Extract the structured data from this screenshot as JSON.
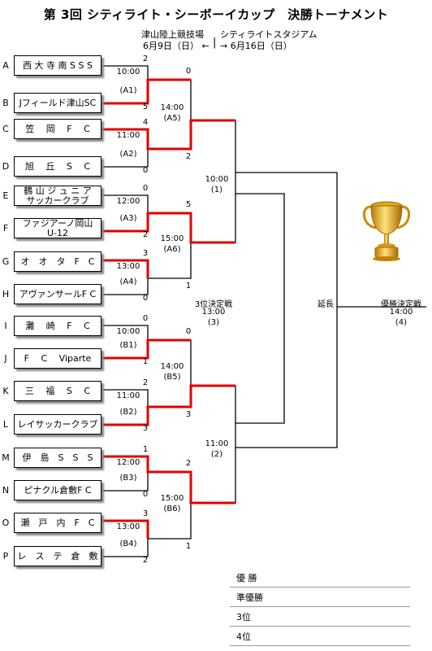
{
  "title": "第 3回 シティライト・シーボーイカップ　決勝トーナメント",
  "venues": {
    "left_name": "津山陸上競技場",
    "left_date": "6月9日（日） ←",
    "divider": "|",
    "right_name": "シティライトスタジアム",
    "right_date": "→ 6月16日（日）"
  },
  "teams": [
    {
      "letter": "A",
      "name": "西 大 寺 南 S S S"
    },
    {
      "letter": "B",
      "name": "Jフィールド津山SC"
    },
    {
      "letter": "C",
      "name": "笠　 岡　 F 　C"
    },
    {
      "letter": "D",
      "name": "旭　 丘　 S 　C"
    },
    {
      "letter": "E",
      "name": "鶴 山 ジ ュ ニ ア\nサッカークラブ"
    },
    {
      "letter": "F",
      "name": "ファジアーノ岡山\nU-12"
    },
    {
      "letter": "G",
      "name": "オ　オ　タ　F　C"
    },
    {
      "letter": "H",
      "name": "アヴァンサールF C"
    },
    {
      "letter": "I",
      "name": "灘　 崎　 F 　C"
    },
    {
      "letter": "J",
      "name": "F　 C　 Viparte"
    },
    {
      "letter": "K",
      "name": "三　 福　 S 　C"
    },
    {
      "letter": "L",
      "name": "レイサッカークラブ"
    },
    {
      "letter": "M",
      "name": "伊　島　S　S　S"
    },
    {
      "letter": "N",
      "name": "ピナクル倉敷F C"
    },
    {
      "letter": "O",
      "name": "瀬　戸　内　F　C"
    },
    {
      "letter": "P",
      "name": "レ　ス　テ　倉　敷"
    }
  ],
  "round1": [
    {
      "time": "10:00",
      "id": "(A1)",
      "score_top": "2",
      "score_bottom": "5"
    },
    {
      "time": "11:00",
      "id": "(A2)",
      "score_top": "4",
      "score_bottom": "0"
    },
    {
      "time": "12:00",
      "id": "(A3)",
      "score_top": "0",
      "score_bottom": "2"
    },
    {
      "time": "13:00",
      "id": "(A4)",
      "score_top": "3",
      "score_bottom": "0"
    },
    {
      "time": "10:00",
      "id": "(B1)",
      "score_top": "0",
      "score_bottom": "1"
    },
    {
      "time": "11:00",
      "id": "(B2)",
      "score_top": "2",
      "score_bottom": "3"
    },
    {
      "time": "12:00",
      "id": "(B3)",
      "score_top": "1",
      "score_bottom": "0"
    },
    {
      "time": "13:00",
      "id": "(B4)",
      "score_top": "3",
      "score_bottom": "2"
    }
  ],
  "round2": [
    {
      "time": "14:00",
      "id": "(A5)",
      "score_top": "0",
      "score_bottom": "2"
    },
    {
      "time": "15:00",
      "id": "(A6)",
      "score_top": "5",
      "score_bottom": "1"
    },
    {
      "time": "14:00",
      "id": "(B5)",
      "score_top": "0",
      "score_bottom": "3"
    },
    {
      "time": "15:00",
      "id": "(B6)",
      "score_top": "2",
      "score_bottom": "1"
    }
  ],
  "semis": [
    {
      "time": "10:00",
      "id": "(1)"
    },
    {
      "time": "11:00",
      "id": "(2)"
    }
  ],
  "third_place": {
    "title": "3位決定戦",
    "time": "13:00",
    "id": "(3)"
  },
  "extension": "延長",
  "final": {
    "title": "優勝決定戦",
    "time": "14:00",
    "id": "(4)"
  },
  "results": [
    "優 勝",
    "準優勝",
    "3位",
    "4位"
  ],
  "colors": {
    "winner_line": "#e00000",
    "line": "#000000"
  }
}
